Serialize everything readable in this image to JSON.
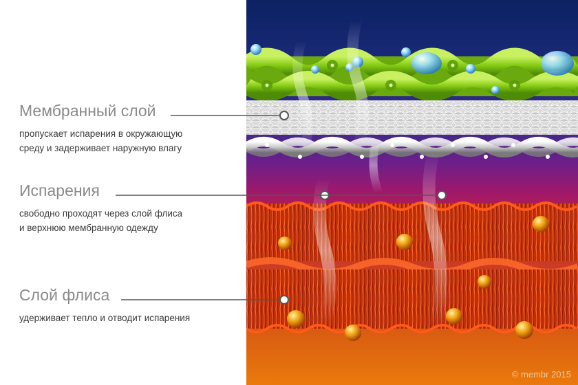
{
  "labels": [
    {
      "title": "Мембранный слой",
      "desc_line1": "пропускает испарения в окружающую",
      "desc_line2": "среду и задерживает наружную влагу"
    },
    {
      "title": "Испарения",
      "desc_line1": "свободно проходят через слой флиса",
      "desc_line2": "и верхнюю мембранную одежду"
    },
    {
      "title": "Слой флиса",
      "desc_line1": "удерживает тепло и отводит испарения",
      "desc_line2": ""
    }
  ],
  "credit": "© membr 2015",
  "colors": {
    "sky_top": "#0d2468",
    "sky_bottom": "#3a2a8a",
    "membrane_green": "#8fd31a",
    "mesh_white": "#e8e8e8",
    "vapor_zone": "#a0186a",
    "fleece_red": "#d23a10",
    "bottom_orange": "#e8760c",
    "leader_line": "#555555"
  }
}
